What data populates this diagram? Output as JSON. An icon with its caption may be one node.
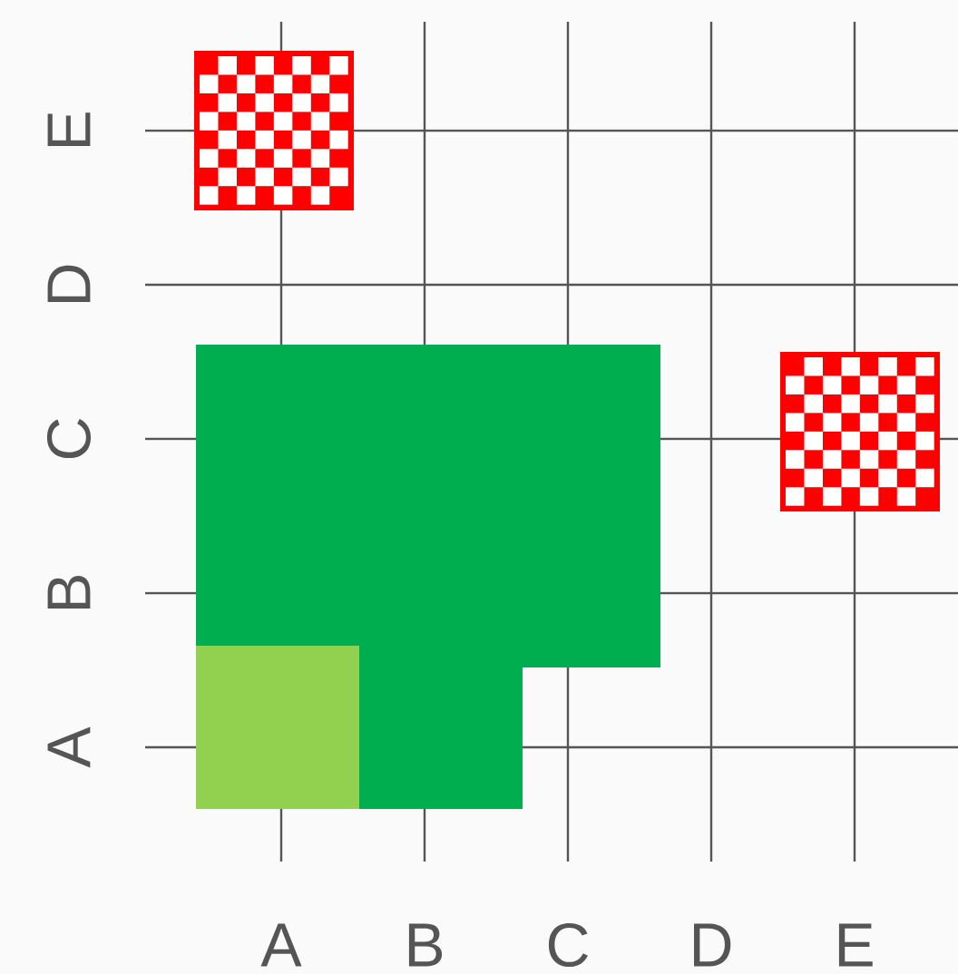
{
  "diagram": {
    "labels": [
      "E",
      "D",
      "C",
      "B",
      "A",
      "A",
      "B",
      "C",
      "D",
      "E"
    ]
  }
}
